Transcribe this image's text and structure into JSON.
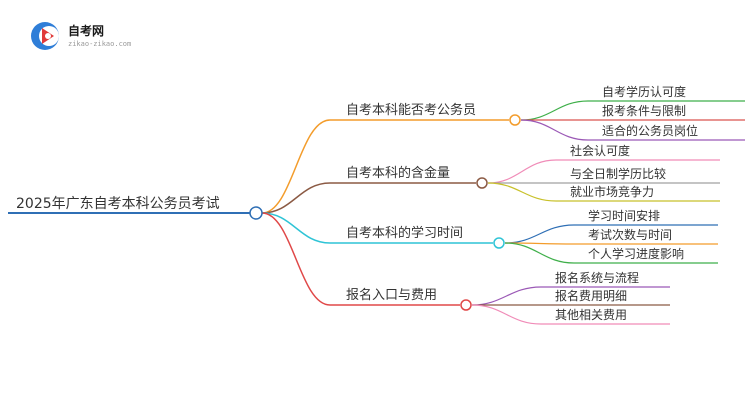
{
  "logo": {
    "name": "自考网",
    "url": "zikao-zikao.com",
    "colors": {
      "blue": "#2f7ed8",
      "red": "#e03a3a"
    }
  },
  "mindmap": {
    "root": {
      "label": "2025年广东自考本科公务员考试",
      "color": "#2f6fb5"
    },
    "branches": [
      {
        "label": "自考本科能否考公务员",
        "color": "#f39c2b",
        "children": [
          {
            "label": "自考学历认可度",
            "color": "#3faf4a"
          },
          {
            "label": "报考条件与限制",
            "color": "#d9534f"
          },
          {
            "label": "适合的公务员岗位",
            "color": "#9b59b6"
          }
        ]
      },
      {
        "label": "自考本科的含金量",
        "color": "#8b5a44",
        "children": [
          {
            "label": "社会认可度",
            "color": "#f08cb8"
          },
          {
            "label": "与全日制学历比较",
            "color": "#a0a0a0"
          },
          {
            "label": "就业市场竞争力",
            "color": "#c8c12a"
          }
        ]
      },
      {
        "label": "自考本科的学习时间",
        "color": "#2fc4d6",
        "children": [
          {
            "label": "学习时间安排",
            "color": "#2f6fb5"
          },
          {
            "label": "考试次数与时间",
            "color": "#f39c2b"
          },
          {
            "label": "个人学习进度影响",
            "color": "#3faf4a"
          }
        ]
      },
      {
        "label": "报名入口与费用",
        "color": "#e04848",
        "children": [
          {
            "label": "报名系统与流程",
            "color": "#9b59b6"
          },
          {
            "label": "报名费用明细",
            "color": "#8b5a44"
          },
          {
            "label": "其他相关费用",
            "color": "#f08cb8"
          }
        ]
      }
    ]
  }
}
